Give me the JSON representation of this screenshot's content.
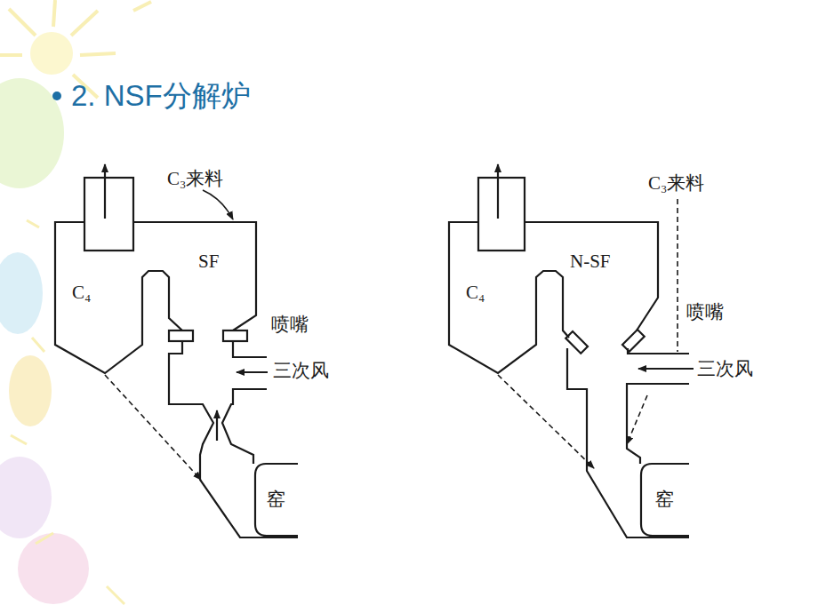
{
  "diagram": {
    "title": "2. NSF分解炉",
    "labels": [
      "C₃来料",
      "SF",
      "C₄",
      "喷嘴",
      "三次风",
      "窑",
      "C₃来料",
      "N-SF",
      "C₄",
      "喷嘴",
      "三次风",
      "窑"
    ]
  }
}
